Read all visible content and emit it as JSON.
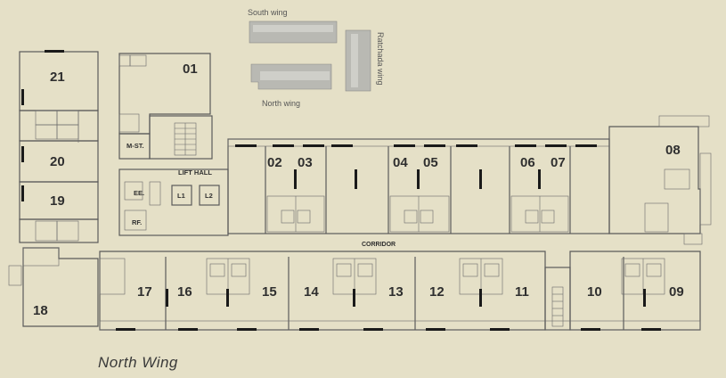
{
  "title": "North Wing",
  "key_map": {
    "south_wing": "South wing",
    "north_wing": "North wing",
    "ratchada_wing": "Ratchada wing"
  },
  "labels": {
    "m_st": "M-ST.",
    "lift_hall": "LIFT HALL",
    "ee": "EE.",
    "rf": "RF.",
    "l1": "L1",
    "l2": "L2",
    "corridor": "CORRIDOR"
  },
  "colors": {
    "yellow": "#d4b96a",
    "green": "#9fd1b0",
    "purple": "#b48cc4",
    "background": "#e5e0c7"
  },
  "units": {
    "u01": "01",
    "u02": "02",
    "u03": "03",
    "u04": "04",
    "u05": "05",
    "u06": "06",
    "u07": "07",
    "u08": "08",
    "u09": "09",
    "u10": "10",
    "u11": "11",
    "u12": "12",
    "u13": "13",
    "u14": "14",
    "u15": "15",
    "u16": "16",
    "u17": "17",
    "u18": "18",
    "u19": "19",
    "u20": "20",
    "u21": "21"
  }
}
